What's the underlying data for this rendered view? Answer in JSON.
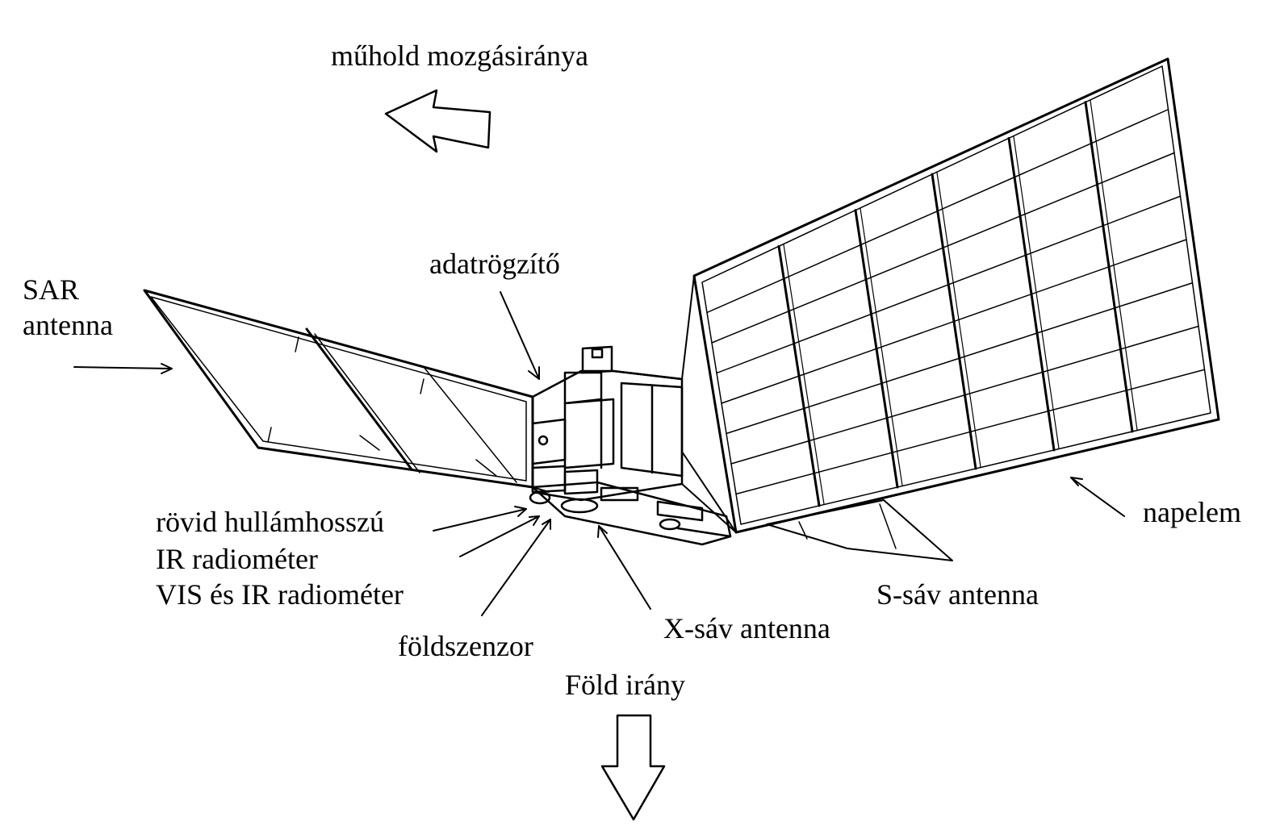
{
  "labels": {
    "motion": "műhold mozgásiránya",
    "recorder": "adatrögzítő",
    "sar_line1": "SAR",
    "sar_line2": "antenna",
    "shortwave_line1": "rövid hullámhosszú",
    "shortwave_line2": "IR radiométer",
    "vis_ir": "VIS és IR radiométer",
    "earth_sensor": "földszenzor",
    "xband": "X-sáv antenna",
    "sband": "S-sáv antenna",
    "solar": "napelem",
    "earth_dir": "Föld irány"
  },
  "colors": {
    "ink": "#000000",
    "paper": "#ffffff"
  }
}
